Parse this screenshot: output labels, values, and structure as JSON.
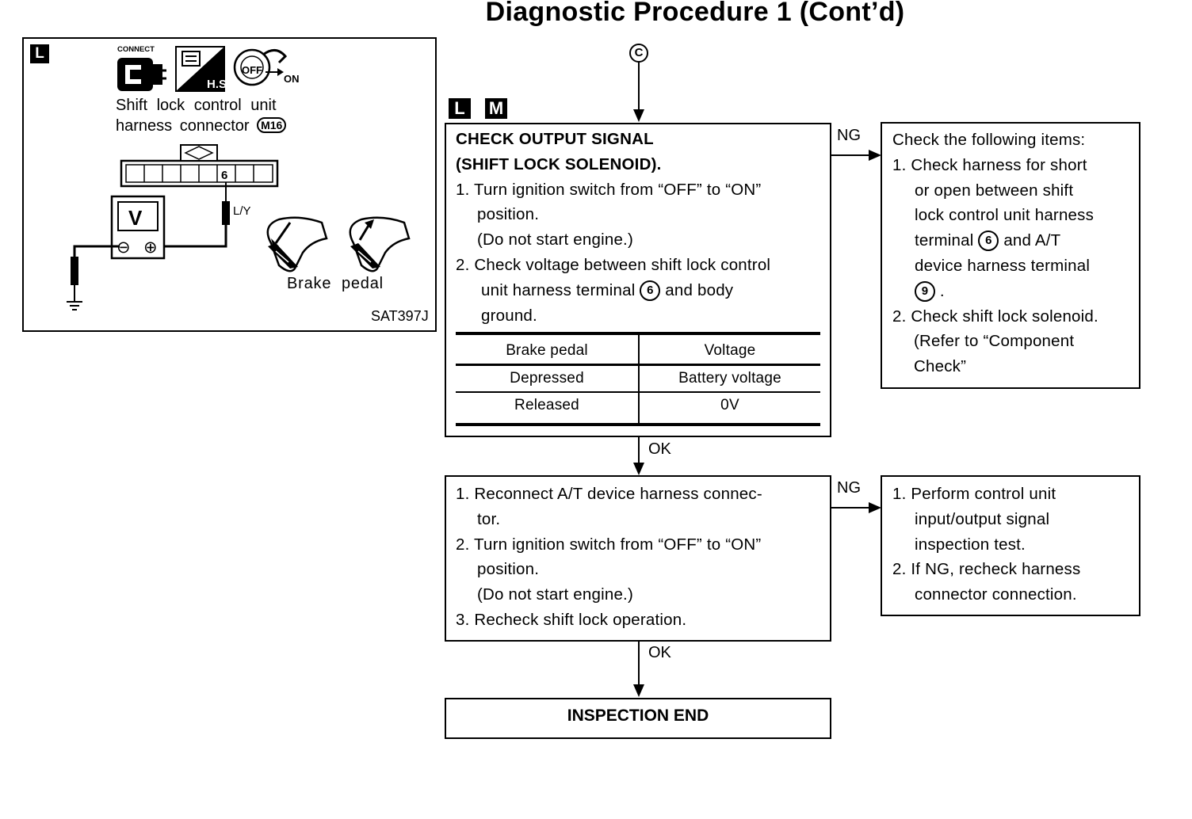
{
  "page": {
    "title": "Diagnostic Procedure 1 (Cont’d)"
  },
  "figure": {
    "corner_tag": "L",
    "connect_label": "CONNECT",
    "hs_label": "H.S.",
    "off_label": "OFF",
    "on_label": "ON",
    "connector_caption_line1": "Shift lock control unit",
    "connector_caption_line2": "harness connector",
    "connector_id": "M16",
    "terminal_number": "6",
    "wire_color": "L/Y",
    "meter_symbol": "V",
    "meter_minus": "⊖",
    "meter_plus": "⊕",
    "pedal_caption": "Brake  pedal",
    "figure_code": "SAT397J"
  },
  "flow": {
    "start_connector": "C",
    "tag_l": "L",
    "tag_m": "M",
    "step1": {
      "heading_line1": "CHECK OUTPUT SIGNAL",
      "heading_line2": "(SHIFT LOCK SOLENOID).",
      "item1_line1": "1. Turn ignition switch from “OFF” to “ON”",
      "item1_line2": "position.",
      "item1_line3": "(Do not start engine.)",
      "item2_line1": "2.  Check voltage between shift lock control",
      "item2_line2_pre": "unit harness terminal",
      "item2_terminal": "6",
      "item2_line2_post": " and body",
      "item2_line3": "ground.",
      "table_header": [
        "Brake pedal",
        "Voltage"
      ],
      "table_rows": [
        [
          "Depressed",
          "Battery voltage"
        ],
        [
          "Released",
          "0V"
        ]
      ]
    },
    "ng1_label": "NG",
    "ng1_box": {
      "line1": "Check the following items:",
      "line2": "1. Check harness for short",
      "line3": "or open between shift",
      "line4": "lock control unit harness",
      "line5_pre": "terminal",
      "line5_terminal": "6",
      "line5_post": " and A/T",
      "line6": "device harness terminal",
      "line7_terminal": "9",
      "line7_post": ".",
      "line8": "2. Check shift lock solenoid.",
      "line9": "(Refer to “Component",
      "line10": "Check”"
    },
    "ok1_label": "OK",
    "step2": {
      "line1": "1. Reconnect A/T device harness connec-",
      "line2": "tor.",
      "line3": "2. Turn ignition switch from “OFF” to “ON”",
      "line4": "position.",
      "line5": "(Do not start engine.)",
      "line6": "3. Recheck shift lock operation."
    },
    "ng2_label": "NG",
    "ng2_box": {
      "line1": "1. Perform control unit",
      "line2": "input/output signal",
      "line3": "inspection test.",
      "line4": "2. If NG, recheck harness",
      "line5": "connector connection."
    },
    "ok2_label": "OK",
    "end_label": "INSPECTION END"
  }
}
